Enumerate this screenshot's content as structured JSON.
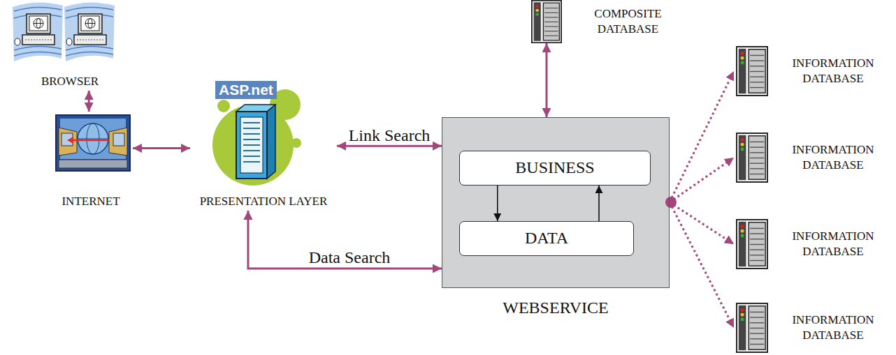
{
  "diagram": {
    "nodes": [
      {
        "text": [
          "BROWSER"
        ]
      },
      {
        "text": [
          "INTERNET"
        ]
      },
      {
        "text": [
          "PRESENTATION LAYER"
        ]
      },
      {
        "text": [
          "WEBSERVICE"
        ]
      },
      {
        "text": [
          "BUSINESS"
        ],
        "in": 3
      },
      {
        "text": [
          "DATA"
        ],
        "in": 3
      },
      {
        "text": [
          "COMPOSITE DATABASE"
        ]
      },
      {
        "text": [
          "INFORMATION DATABASE"
        ]
      },
      {
        "text": [
          "INFORMATION DATABASE"
        ]
      },
      {
        "text": [
          "INFORMATION DATABASE"
        ]
      },
      {
        "text": [
          "INFORMATION DATABASE"
        ]
      }
    ],
    "edges": [
      {
        "from": 0,
        "to": 1,
        "arrow": "both"
      },
      {
        "from": 1,
        "to": 2,
        "arrow": "both"
      },
      {
        "from": 2,
        "to": 3,
        "label": "Link Search",
        "arrow": "both"
      },
      {
        "from": 2,
        "to": 3,
        "label": "Data Search",
        "arrow": "both"
      },
      {
        "from": 6,
        "to": 3,
        "arrow": "both"
      },
      {
        "from": 4,
        "to": 5,
        "arrow": "to"
      },
      {
        "from": 5,
        "to": 4,
        "arrow": "to"
      },
      {
        "from": 3,
        "to": 7,
        "arrow": "to"
      },
      {
        "from": 3,
        "to": 8,
        "arrow": "to"
      },
      {
        "from": 3,
        "to": 9,
        "arrow": "to"
      },
      {
        "from": 3,
        "to": 10,
        "arrow": "to"
      }
    ],
    "labels": [
      "ASP.net"
    ]
  }
}
